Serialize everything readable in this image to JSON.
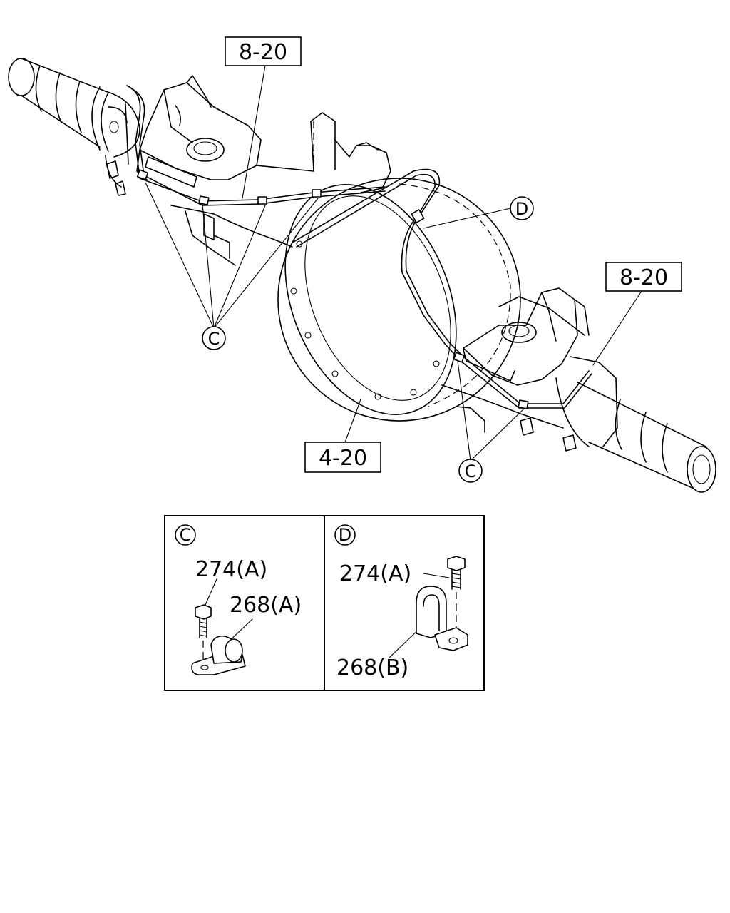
{
  "callouts": {
    "ref_top": "8-20",
    "ref_right": "8-20",
    "ref_bottom": "4-20",
    "letter_c": "C",
    "letter_d": "D"
  },
  "inset_c": {
    "title": "C",
    "bolt": "274(A)",
    "clip": "268(A)"
  },
  "inset_d": {
    "title": "D",
    "bolt": "274(A)",
    "clip": "268(B)"
  }
}
